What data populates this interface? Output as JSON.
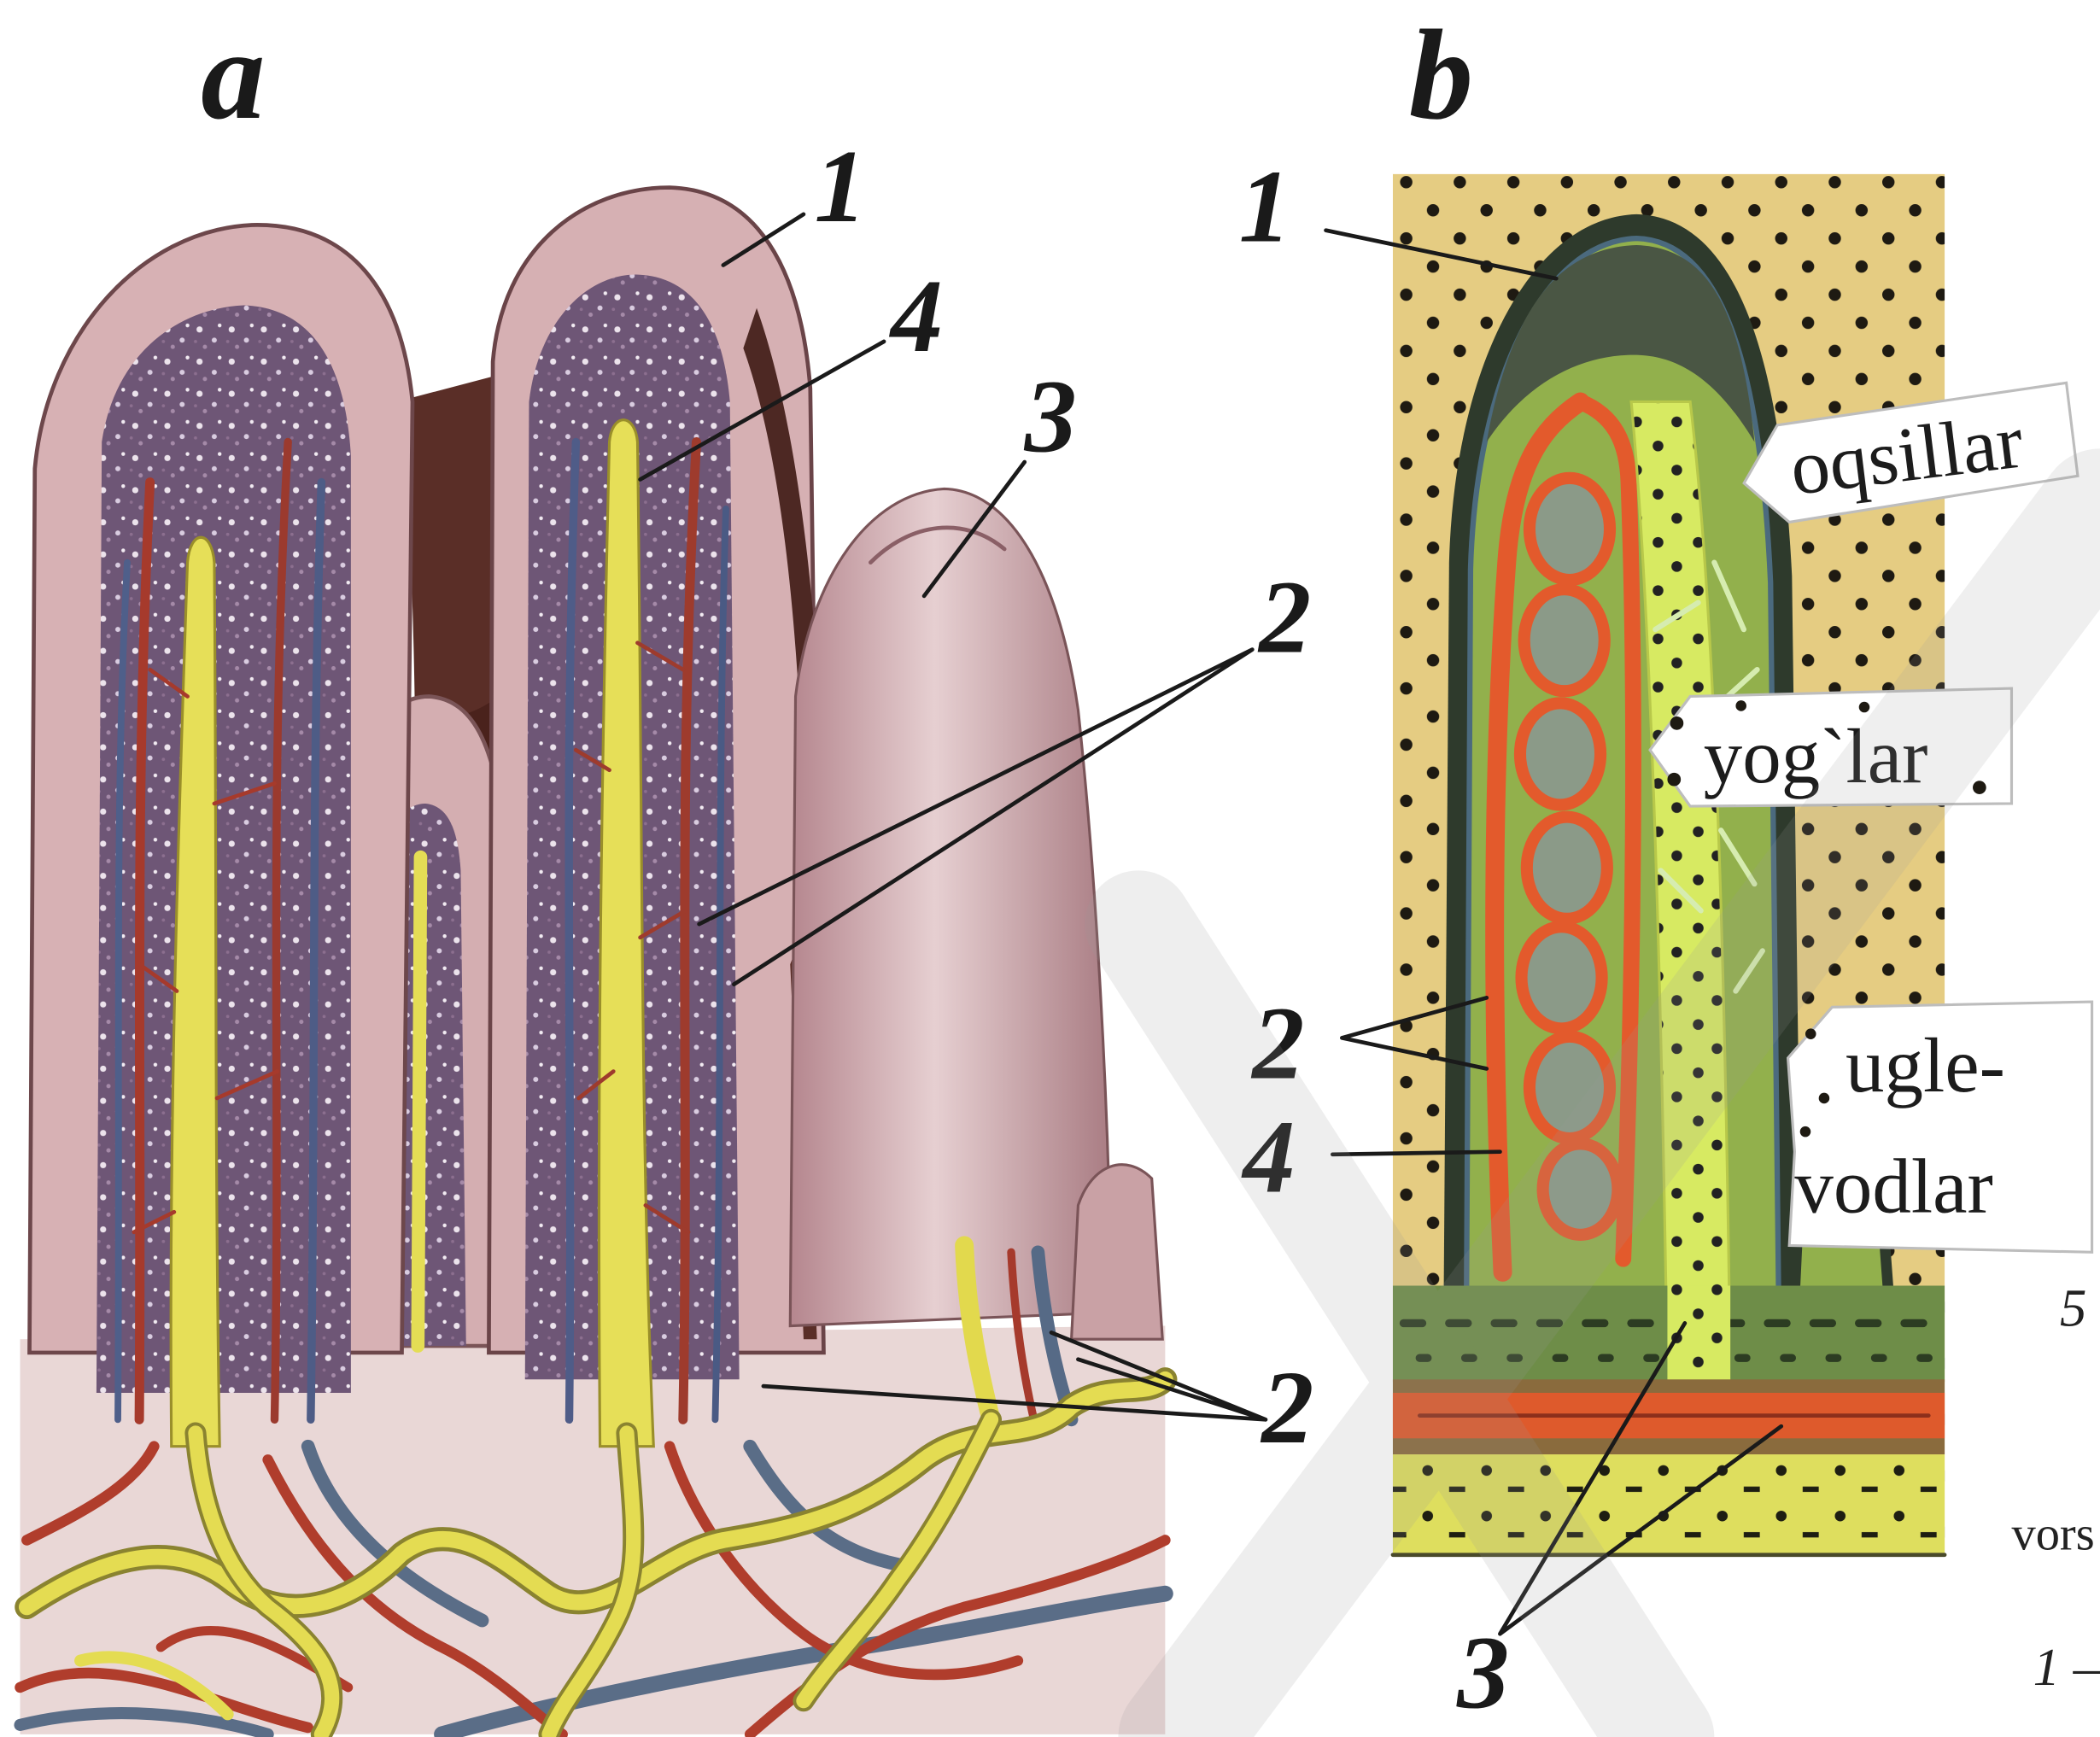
{
  "figure": {
    "panel_a": {
      "title": "a",
      "labels": {
        "n1": "1",
        "n4": "4",
        "n3": "3",
        "n2_upper": "2",
        "n2_lower": "2"
      }
    },
    "panel_b": {
      "title": "b",
      "labels": {
        "n1": "1",
        "n2": "2",
        "n4": "4",
        "n3": "3"
      },
      "callouts": {
        "top": "oqsillar",
        "middle": "yog`lar",
        "bottom_line1": "ugle-",
        "bottom_line2": "vodlar"
      }
    },
    "caption_fragments": {
      "number": "5",
      "word": "vors",
      "item": "1 –"
    }
  },
  "colors": {
    "label_text": "#1a1a1a",
    "callout_fill": "#ffffff",
    "panel_b_background": "#e5cc82",
    "lacteal": "#e6df58",
    "blood_vessel": "#a63a2c"
  }
}
